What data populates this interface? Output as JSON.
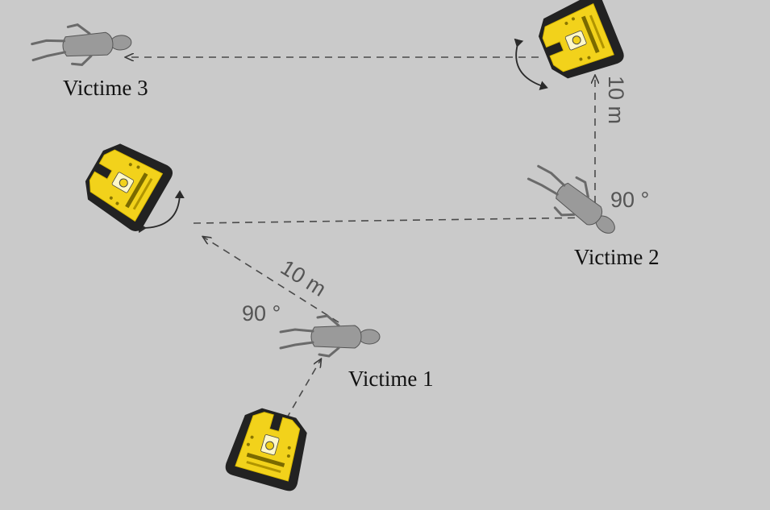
{
  "labels": {
    "victim1": "Victime 1",
    "victim2": "Victime 2",
    "victim3": "Victime 3",
    "distance_first_leg": "10 m",
    "distance_second_leg": "10 m",
    "angle_first": "90 °",
    "angle_second": "90 °"
  },
  "colors": {
    "background": "#cacaca",
    "receiver_yellow": "#f2d21b",
    "receiver_dark": "#222222",
    "dashed_path": "#4a4a4a"
  },
  "icons": {
    "receiver": "avalanche-transceiver-icon",
    "victim": "buried-person-icon",
    "turn": "double-headed-curved-arrow-icon"
  }
}
